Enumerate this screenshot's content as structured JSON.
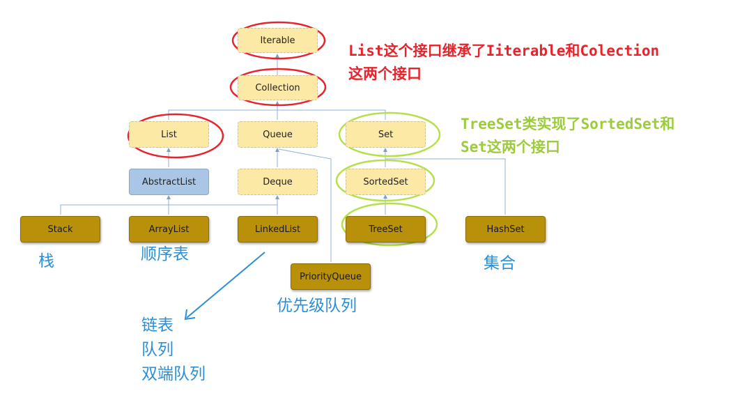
{
  "nodes": {
    "iterable": "Iterable",
    "collection": "Collection",
    "list": "List",
    "queue": "Queue",
    "set": "Set",
    "abstractlist": "AbstractList",
    "deque": "Deque",
    "sortedset": "SortedSet",
    "stack": "Stack",
    "arraylist": "ArrayList",
    "linkedlist": "LinkedList",
    "treeset": "TreeSet",
    "hashset": "HashSet",
    "priorityqueue": "PriorityQueue"
  },
  "notes": {
    "list_note_line1": "List这个接口继承了Iiterable和Colection",
    "list_note_line2": "这两个接口",
    "treeset_note_line1": "TreeSet类实现了SortedSet和",
    "treeset_note_line2": "Set这两个接口",
    "stack_label": "栈",
    "arraylist_label": "顺序表",
    "hashset_label": "集合",
    "priorityqueue_label": "优先级队列",
    "linkedlist_label_1": "链表",
    "linkedlist_label_2": "队列",
    "linkedlist_label_3": "双端队列"
  },
  "colors": {
    "interface_fill": "#fde9a6",
    "abstract_fill": "#a9c6e6",
    "class_fill": "#b8900a",
    "red_highlight": "#e8232b",
    "green_highlight": "#b6e04a",
    "blue_annotation": "#2a8fd6",
    "connector": "#8fb0d8"
  }
}
